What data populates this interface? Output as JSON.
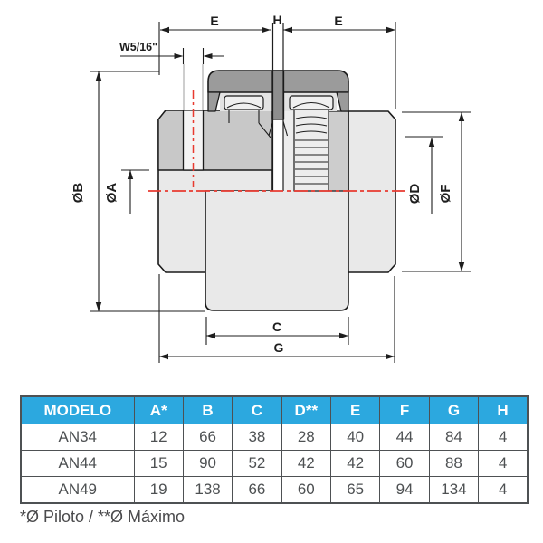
{
  "drawing": {
    "labels": {
      "e_left": "E",
      "h_top": "H",
      "e_right": "E",
      "thread": "W5/16\"",
      "dia_b": "ØB",
      "dia_a": "ØA",
      "dia_d": "ØD",
      "dia_f": "ØF",
      "c_bottom": "C",
      "g_bottom": "G"
    },
    "colors": {
      "centerline_red": "#E83A30",
      "outline_dark": "#1A1A1A",
      "cap_gray": "#9B9B9B",
      "section_gray": "#C8C8C8",
      "body_light_gray": "#E9E9E9"
    }
  },
  "table": {
    "header_bg": "#2CA8DF",
    "columns": [
      "MODELO",
      "A*",
      "B",
      "C",
      "D**",
      "E",
      "F",
      "G",
      "H"
    ],
    "rows": [
      [
        "AN34",
        "12",
        "66",
        "38",
        "28",
        "40",
        "44",
        "84",
        "4"
      ],
      [
        "AN44",
        "15",
        "90",
        "52",
        "42",
        "42",
        "60",
        "88",
        "4"
      ],
      [
        "AN49",
        "19",
        "138",
        "66",
        "60",
        "65",
        "94",
        "134",
        "4"
      ]
    ]
  },
  "footnote": "*Ø Piloto / **Ø Máximo"
}
